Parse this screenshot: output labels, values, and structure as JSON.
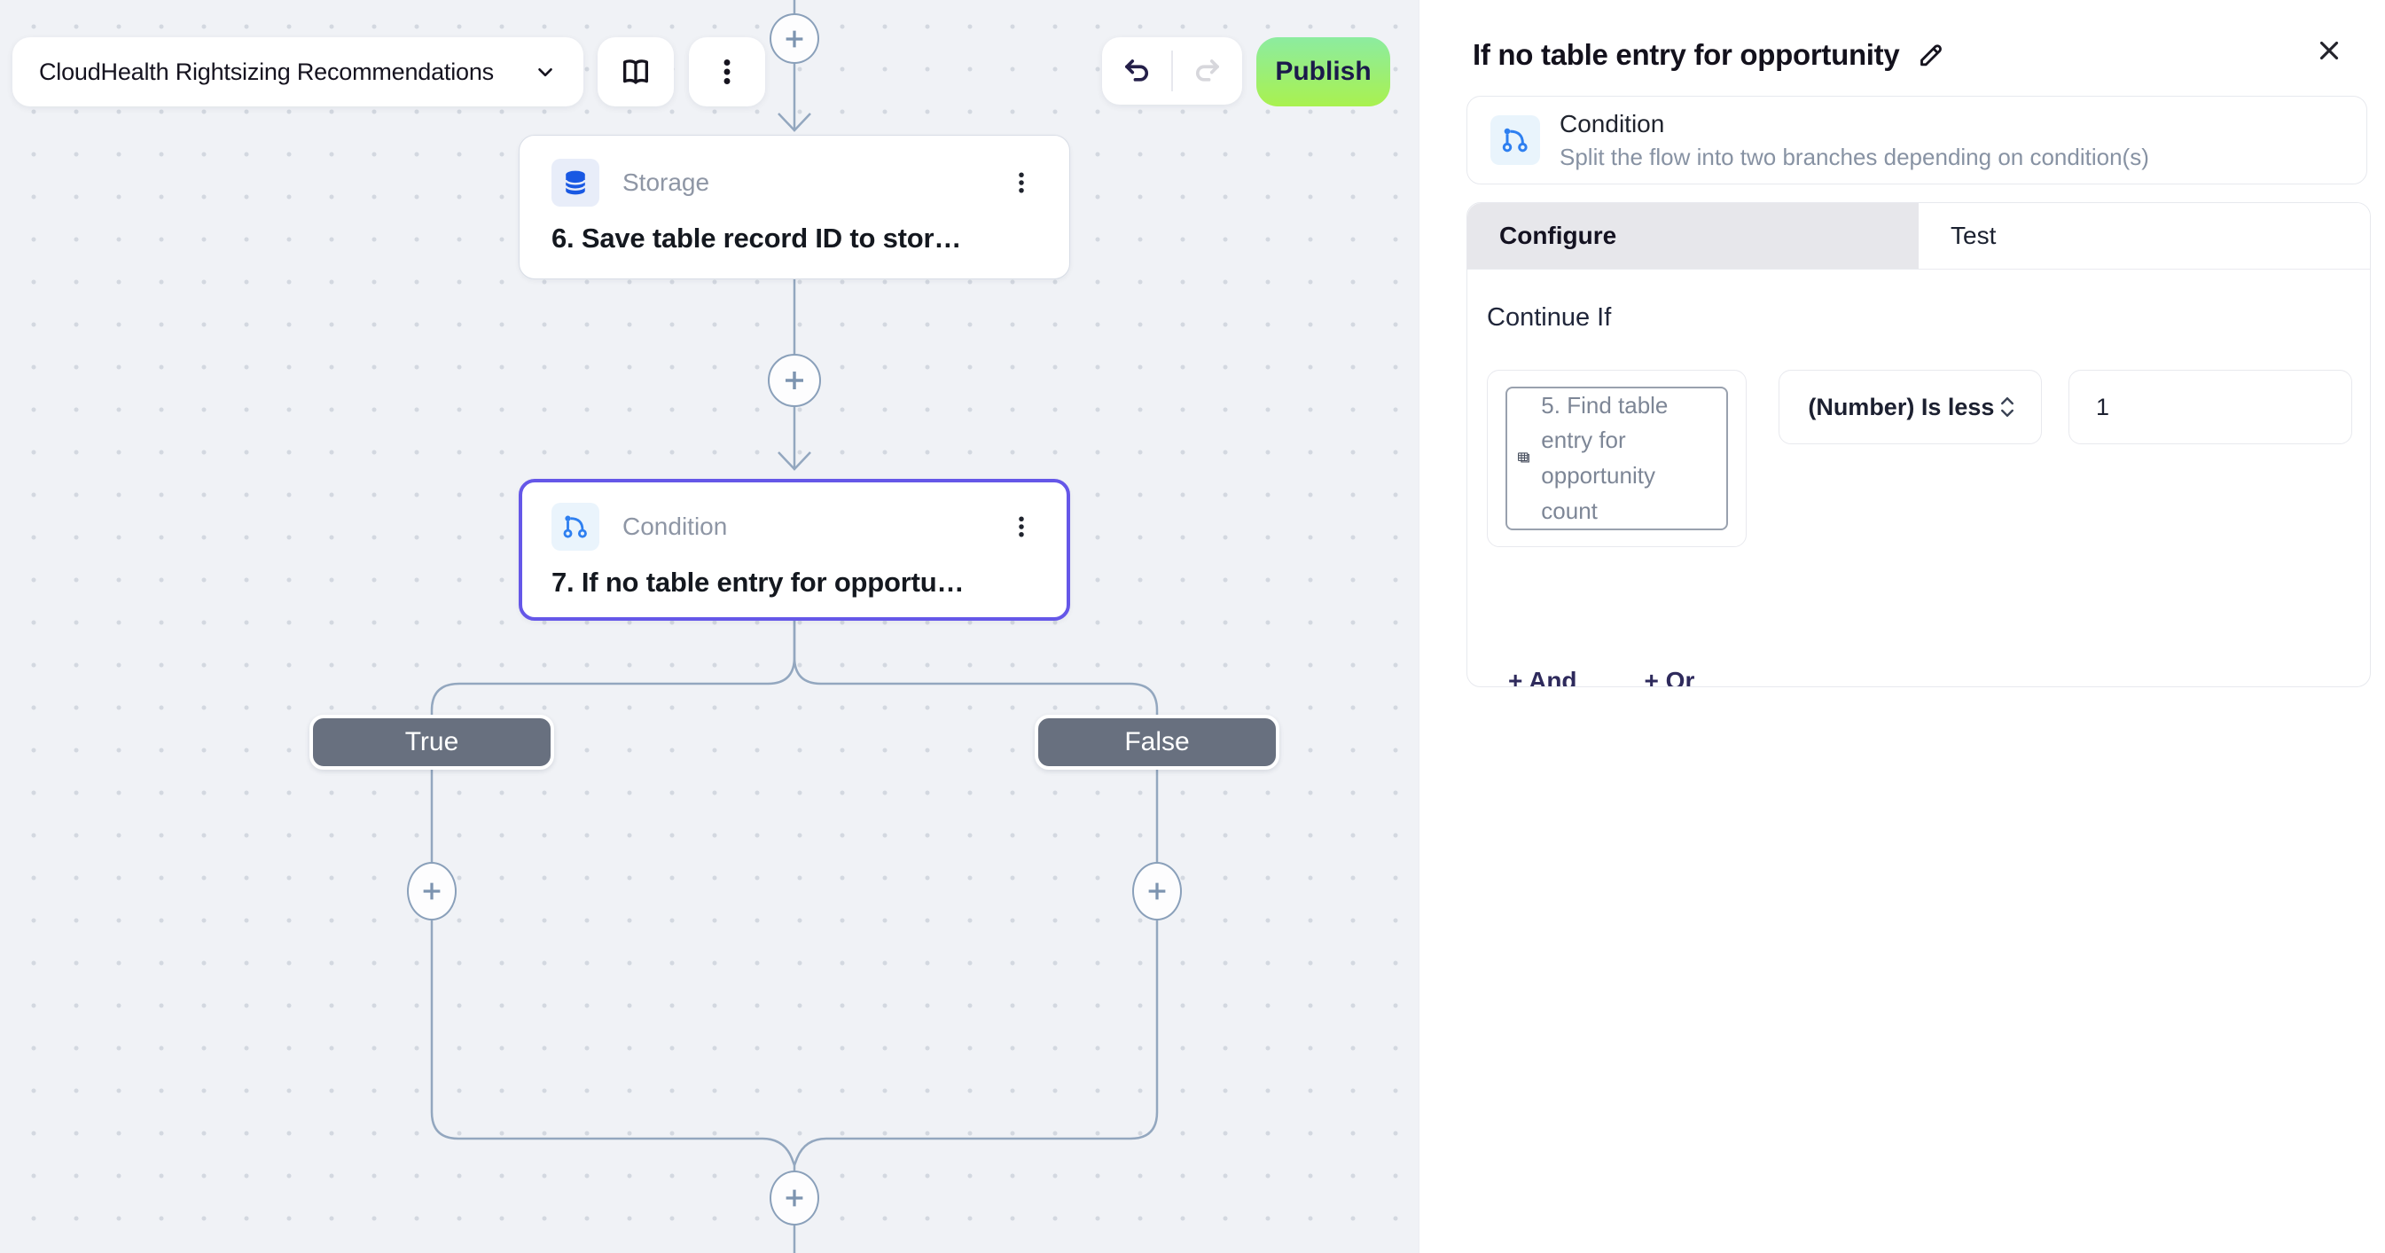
{
  "toolbar": {
    "flow_name": "CloudHealth Rightsizing Recommendations",
    "publish_label": "Publish",
    "icons": [
      "chevron-down-icon",
      "book-icon",
      "kebab-icon",
      "undo-icon",
      "redo-icon"
    ]
  },
  "canvas": {
    "nodes": [
      {
        "type_label": "Storage",
        "title": "6. Save table record ID to stor…",
        "icon": "database-icon"
      },
      {
        "type_label": "Condition",
        "title": "7. If no table entry for opportu…",
        "icon": "branch-icon",
        "selected": true
      }
    ],
    "branch_true": "True",
    "branch_false": "False",
    "add_step_icon": "plus-icon"
  },
  "panel": {
    "title": "If no table entry for opportunity",
    "card": {
      "title": "Condition",
      "subtitle": "Split the flow into two branches depending on condition(s)",
      "icon": "branch-icon"
    },
    "tabs": [
      {
        "label": "Configure",
        "active": true
      },
      {
        "label": "Test",
        "active": false
      }
    ],
    "section_label": "Continue If",
    "condition": {
      "field_ref": "5. Find table entry for opportunity count",
      "field_ref_icon": "table-icon",
      "operator": "(Number) Is less",
      "value": "1"
    },
    "and_label": "+ And",
    "or_label": "+ Or",
    "icons": [
      "pencil-icon",
      "close-icon",
      "updown-chevron-icon"
    ]
  },
  "colors": {
    "canvas_bg": "#f0f2f6",
    "connector": "#93a7bf",
    "selected_node_border": "#6557e8",
    "publish_gradient_top": "#8ceca0",
    "publish_gradient_bottom": "#a9f14f",
    "icon_blue": "#2e7ff0",
    "storage_blue": "#1958e3",
    "branch_pill_bg": "#68707f",
    "tab_active_bg": "#e7e7eb",
    "link_indigo": "#2e2a5c"
  }
}
